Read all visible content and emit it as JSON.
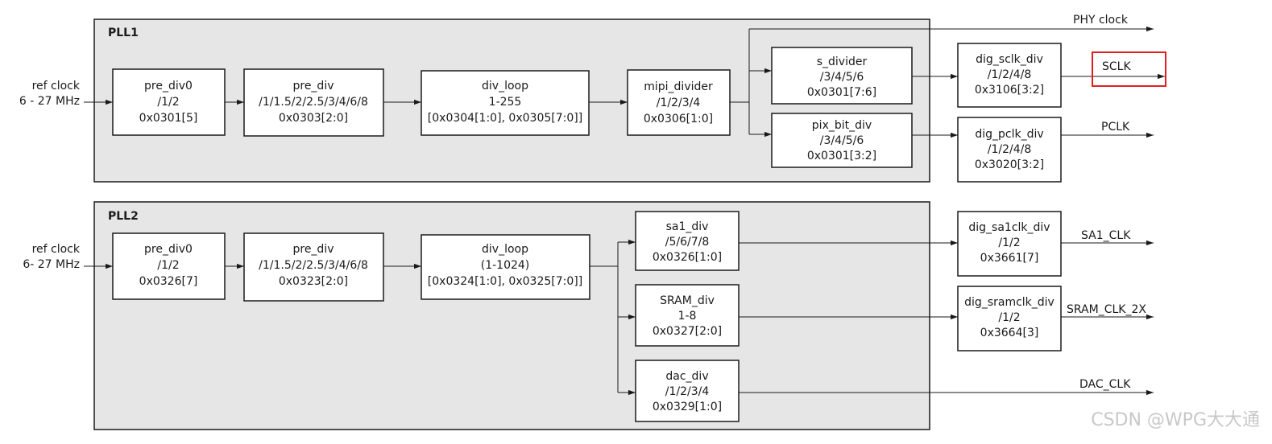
{
  "pll1": {
    "title": "PLL1",
    "input": [
      "ref clock",
      "6 - 27 MHz"
    ],
    "blocks": {
      "pre_div0": [
        "pre_div0",
        "/1/2",
        "0x0301[5]"
      ],
      "pre_div": [
        "pre_div",
        "/1/1.5/2/2.5/3/4/6/8",
        "0x0303[2:0]"
      ],
      "div_loop": [
        "div_loop",
        "1-255",
        "[0x0304[1:0], 0x0305[7:0]]"
      ],
      "mipi_divider": [
        "mipi_divider",
        "/1/2/3/4",
        "0x0306[1:0]"
      ],
      "s_divider": [
        "s_divider",
        "/3/4/5/6",
        "0x0301[7:6]"
      ],
      "pix_bit_div": [
        "pix_bit_div",
        "/3/4/5/6",
        "0x0301[3:2]"
      ]
    }
  },
  "pll2": {
    "title": "PLL2",
    "input": [
      "ref clock",
      "6- 27 MHz"
    ],
    "blocks": {
      "pre_div0": [
        "pre_div0",
        "/1/2",
        "0x0326[7]"
      ],
      "pre_div": [
        "pre_div",
        "/1/1.5/2/2.5/3/4/6/8",
        "0x0323[2:0]"
      ],
      "div_loop": [
        "div_loop",
        "(1-1024)",
        "[0x0324[1:0], 0x0325[7:0]]"
      ],
      "sa1_div": [
        "sa1_div",
        "/5/6/7/8",
        "0x0326[1:0]"
      ],
      "sram_div": [
        "SRAM_div",
        "1-8",
        "0x0327[2:0]"
      ],
      "dac_div": [
        "dac_div",
        "/1/2/3/4",
        "0x0329[1:0]"
      ]
    }
  },
  "dig": {
    "dig_sclk_div": [
      "dig_sclk_div",
      "/1/2/4/8",
      "0x3106[3:2]"
    ],
    "dig_pclk_div": [
      "dig_pclk_div",
      "/1/2/4/8",
      "0x3020[3:2]"
    ],
    "dig_sa1clk_div": [
      "dig_sa1clk_div",
      "/1/2",
      "0x3661[7]"
    ],
    "dig_sramclk_div": [
      "dig_sramclk_div",
      "/1/2",
      "0x3664[3]"
    ]
  },
  "outputs": {
    "phy_clock": "PHY clock",
    "sclk": "SCLK",
    "pclk": "PCLK",
    "sa1_clk": "SA1_CLK",
    "sram_clk_2x": "SRAM_CLK_2X",
    "dac_clk": "DAC_CLK"
  },
  "watermark": "CSDN @WPG大大通",
  "colors": {
    "highlight": "#e02020",
    "pll_fill": "#e6e6e6"
  }
}
